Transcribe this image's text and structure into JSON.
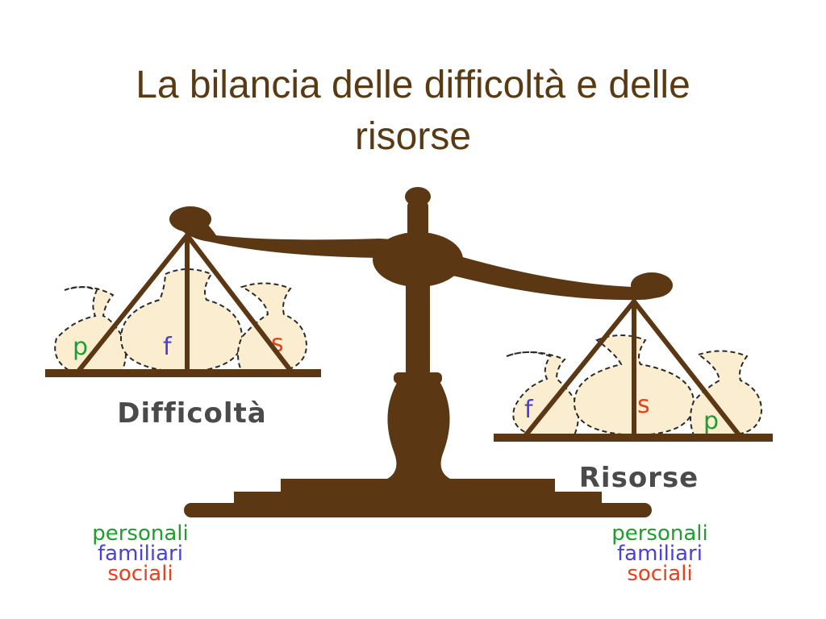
{
  "slide": {
    "title_lines": [
      "La bilancia delle difficoltà e delle",
      "risorse"
    ]
  },
  "diagram": {
    "left_pan": {
      "label": "Difficoltà",
      "bags": [
        {
          "letter": "p",
          "color": "#1e9e2e"
        },
        {
          "letter": "f",
          "color": "#4a3fd6"
        },
        {
          "letter": "s",
          "color": "#e8401c"
        }
      ]
    },
    "right_pan": {
      "label": "Risorse",
      "bags": [
        {
          "letter": "f",
          "color": "#4a3fd6"
        },
        {
          "letter": "s",
          "color": "#e8401c"
        },
        {
          "letter": "p",
          "color": "#1e9e2e"
        }
      ]
    },
    "legend_left": [
      {
        "text": "personali",
        "color": "#1e9e2e"
      },
      {
        "text": "familiari",
        "color": "#4a3fd6"
      },
      {
        "text": "sociali",
        "color": "#e8401c"
      }
    ],
    "legend_right": [
      {
        "text": "personali",
        "color": "#1e9e2e"
      },
      {
        "text": "familiari",
        "color": "#4a3fd6"
      },
      {
        "text": "sociali",
        "color": "#e8401c"
      }
    ],
    "colors": {
      "scale": "#5c3714",
      "bag_fill": "#fbeed0",
      "bag_stroke": "#2a2a2a",
      "label": "#4a4a4a",
      "title": "#5a3a12"
    }
  }
}
